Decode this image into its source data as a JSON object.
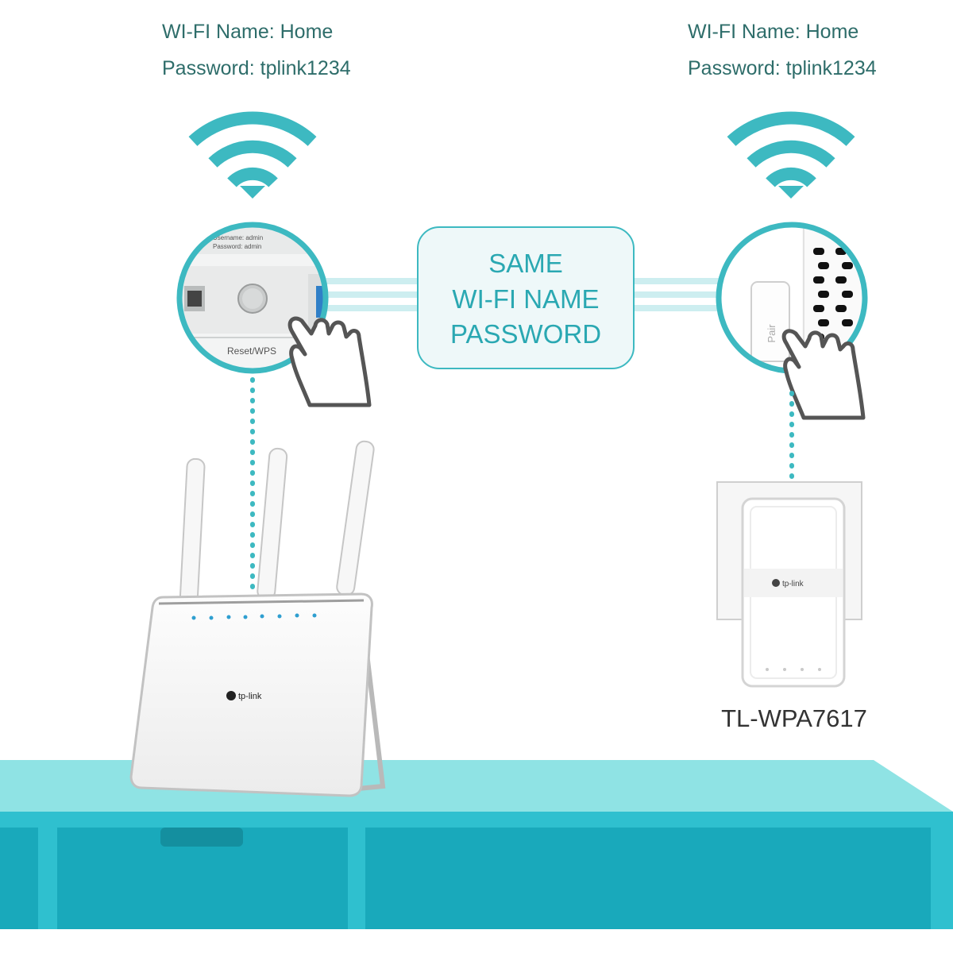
{
  "left_network": {
    "wifi_name": "WI-FI Name: Home",
    "password": "Password: tplink1234"
  },
  "right_network": {
    "wifi_name": "WI-FI Name: Home",
    "password": "Password: tplink1234"
  },
  "callout": {
    "line1": "SAME",
    "line2": "WI-FI NAME",
    "line3": "PASSWORD"
  },
  "router": {
    "button_label": "Reset/WPS",
    "sticker_line1": "Username: admin",
    "sticker_line2": "Password: admin",
    "brand": "tp-link"
  },
  "extender": {
    "button_label": "Pair",
    "brand": "tp-link",
    "model": "TL-WPA7617"
  },
  "colors": {
    "accent": "#3db9c1",
    "text_teal": "#2e6d6a",
    "furniture_top": "#8fe3e4",
    "furniture_front": "#1fb0c1"
  }
}
